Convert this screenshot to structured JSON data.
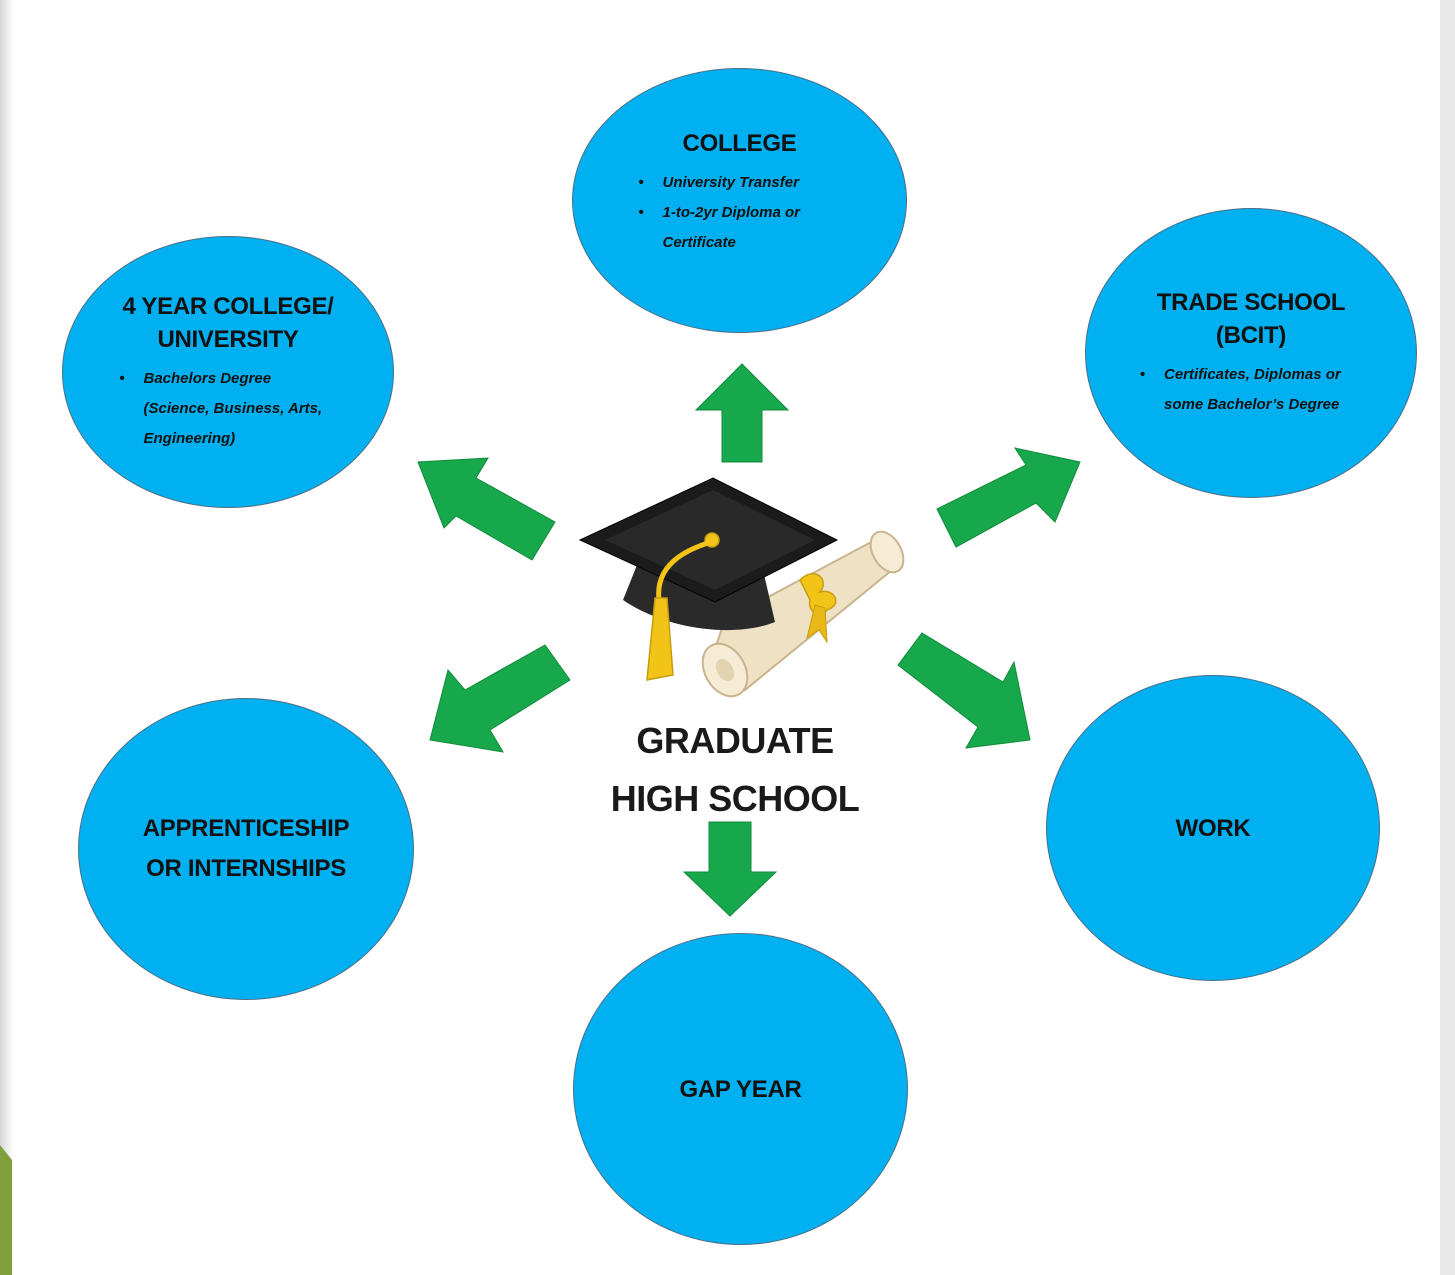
{
  "center": {
    "title_line1": "GRADUATE",
    "title_line2": "HIGH SCHOOL",
    "icon": "graduation-cap-and-diploma-icon"
  },
  "nodes": {
    "college": {
      "title": "COLLEGE",
      "items": [
        "University Transfer",
        "1-to-2yr Diploma or Certificate"
      ]
    },
    "four_year": {
      "title_line1": "4 YEAR COLLEGE/",
      "title_line2": "UNIVERSITY",
      "items": [
        "Bachelors Degree (Science, Business, Arts, Engineering)"
      ]
    },
    "trade_school": {
      "title_line1": "TRADE SCHOOL",
      "title_line2": "(BCIT)",
      "items": [
        "Certificates, Diplomas or some Bachelor’s Degree"
      ]
    },
    "apprenticeship": {
      "title_line1": "APPRENTICESHIP",
      "title_line2": "OR INTERNSHIPS"
    },
    "work": {
      "title": "WORK"
    },
    "gap_year": {
      "title": "GAP YEAR"
    }
  },
  "colors": {
    "circle_fill": "#00b0f0",
    "arrow_fill": "#17a84b",
    "cap": "#1b1b1b",
    "tassel": "#f2c418",
    "scroll": "#efe1c4",
    "side_bar": "#7e9f3a"
  }
}
